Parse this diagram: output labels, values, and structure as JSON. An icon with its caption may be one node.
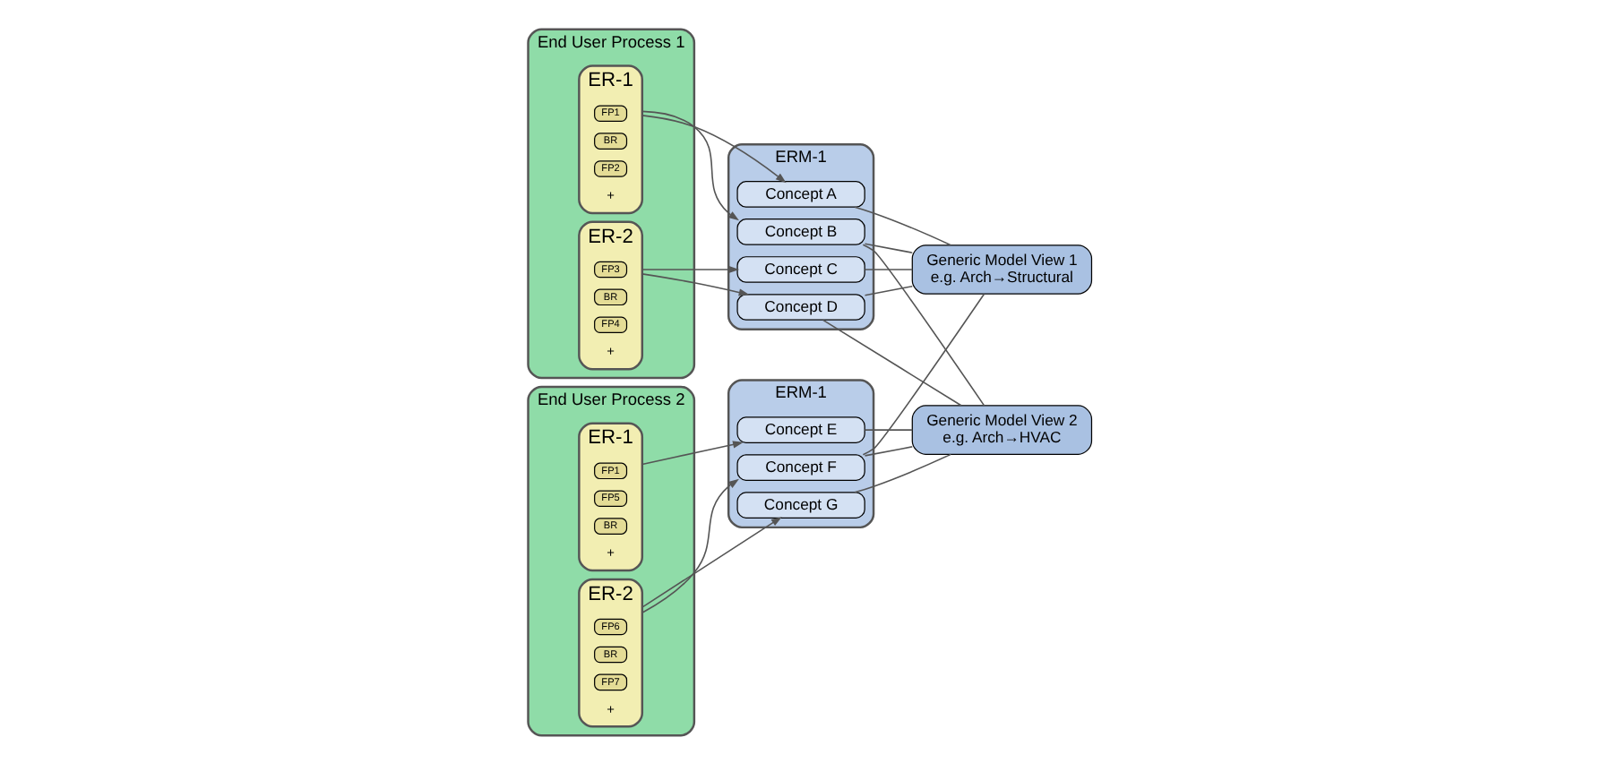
{
  "diagram": {
    "nodes": [
      {
        "text": [
          "End User Process 1"
        ]
      },
      {
        "text": [
          "ER-1"
        ],
        "in": 0
      },
      {
        "text": [
          "FP1"
        ],
        "in": 1
      },
      {
        "text": [
          "BR"
        ],
        "in": 1
      },
      {
        "text": [
          "FP2"
        ],
        "in": 1
      },
      {
        "text": [
          "ER-2"
        ],
        "in": 0
      },
      {
        "text": [
          "FP3"
        ],
        "in": 5
      },
      {
        "text": [
          "BR"
        ],
        "in": 5
      },
      {
        "text": [
          "FP4"
        ],
        "in": 5
      },
      {
        "text": [
          "ERM-1"
        ]
      },
      {
        "text": [
          "Concept A"
        ],
        "in": 9
      },
      {
        "text": [
          "Concept B"
        ],
        "in": 9
      },
      {
        "text": [
          "Concept C"
        ],
        "in": 9
      },
      {
        "text": [
          "Concept D"
        ],
        "in": 9
      },
      {
        "text": [
          "Generic Model View 1",
          "e.g. Arch→Structural"
        ]
      },
      {
        "text": [
          "End User Process 2"
        ]
      },
      {
        "text": [
          "ER-1"
        ],
        "in": 15
      },
      {
        "text": [
          "FP1"
        ],
        "in": 16
      },
      {
        "text": [
          "FP5"
        ],
        "in": 16
      },
      {
        "text": [
          "BR"
        ],
        "in": 16
      },
      {
        "text": [
          "ER-2"
        ],
        "in": 15
      },
      {
        "text": [
          "FP6"
        ],
        "in": 20
      },
      {
        "text": [
          "BR"
        ],
        "in": 20
      },
      {
        "text": [
          "FP7"
        ],
        "in": 20
      },
      {
        "text": [
          "ERM-1"
        ]
      },
      {
        "text": [
          "Concept E"
        ],
        "in": 24
      },
      {
        "text": [
          "Concept F"
        ],
        "in": 24
      },
      {
        "text": [
          "Concept G"
        ],
        "in": 24
      },
      {
        "text": [
          "Generic Model View 2",
          "e.g. Arch→HVAC"
        ]
      }
    ],
    "edges": [
      {
        "from": 1,
        "to": 10,
        "arrow": "to"
      },
      {
        "from": 1,
        "to": 11,
        "arrow": "to"
      },
      {
        "from": 5,
        "to": 12,
        "arrow": "to"
      },
      {
        "from": 5,
        "to": 13,
        "arrow": "to"
      },
      {
        "from": 16,
        "to": 25,
        "arrow": "to"
      },
      {
        "from": 20,
        "to": 26,
        "arrow": "to"
      },
      {
        "from": 20,
        "to": 27,
        "arrow": "to"
      },
      {
        "from": 10,
        "to": 14,
        "arrow": "none"
      },
      {
        "from": 11,
        "to": 14,
        "arrow": "none"
      },
      {
        "from": 12,
        "to": 14,
        "arrow": "none"
      },
      {
        "from": 13,
        "to": 14,
        "arrow": "none"
      },
      {
        "from": 26,
        "to": 14,
        "arrow": "none"
      },
      {
        "from": 11,
        "to": 28,
        "arrow": "none"
      },
      {
        "from": 13,
        "to": 28,
        "arrow": "none"
      },
      {
        "from": 25,
        "to": 28,
        "arrow": "none"
      },
      {
        "from": 26,
        "to": 28,
        "arrow": "none"
      },
      {
        "from": 27,
        "to": 28,
        "arrow": "none"
      }
    ],
    "labels": [
      "+",
      "+",
      "+",
      "+"
    ]
  }
}
